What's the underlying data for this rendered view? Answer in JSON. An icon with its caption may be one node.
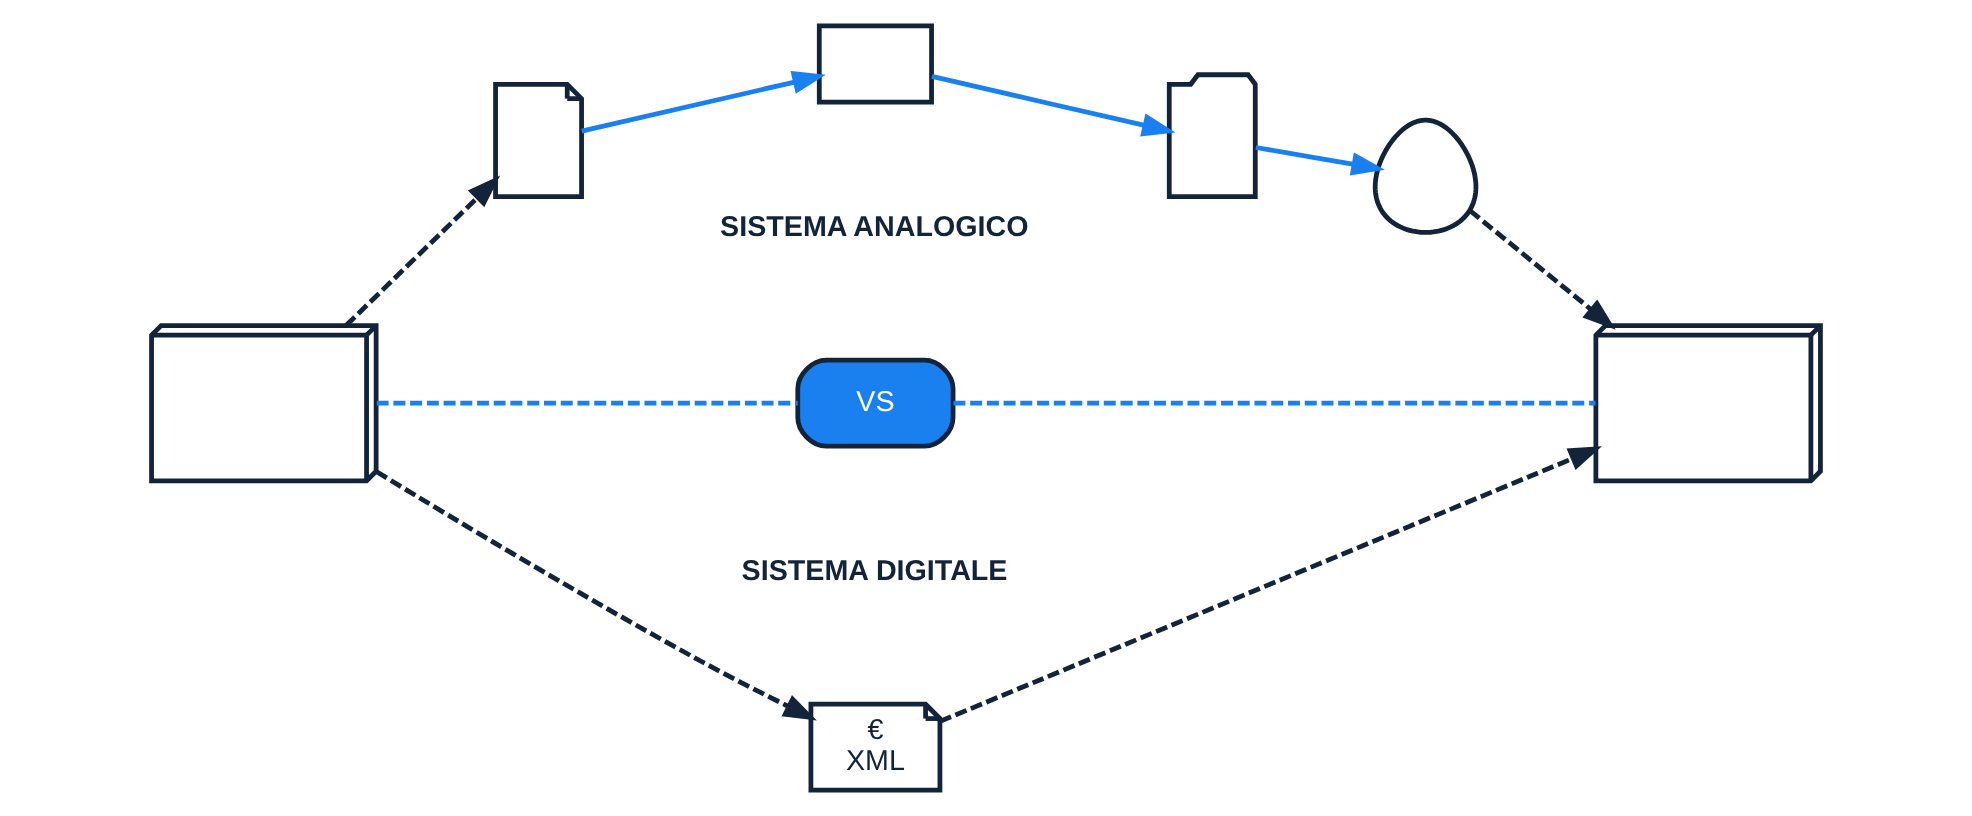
{
  "diagram": {
    "nodes": [
      {
        "text": [],
        "shape": "box"
      },
      {
        "text": [],
        "shape": "box"
      },
      {
        "text": [],
        "shape": "box"
      },
      {
        "text": [],
        "shape": "box"
      },
      {
        "text": [],
        "shape": "person"
      },
      {
        "text": [
          "VS"
        ]
      },
      {
        "text": [
          "€",
          "XML"
        ]
      },
      {
        "text": [],
        "shape": "box"
      }
    ],
    "edges": [
      {
        "from": 0,
        "to": 1,
        "arrow": "to",
        "style": "dashed",
        "color": "#13243a"
      },
      {
        "from": 1,
        "to": 2,
        "arrow": "to"
      },
      {
        "from": 2,
        "to": 3,
        "arrow": "to"
      },
      {
        "from": 3,
        "to": 4,
        "arrow": "to"
      },
      {
        "from": 4,
        "to": 7,
        "arrow": "to",
        "style": "dashed",
        "color": "#13243a"
      },
      {
        "from": 0,
        "to": 5,
        "arrow": "none",
        "style": "dashed"
      },
      {
        "from": 5,
        "to": 7,
        "arrow": "none",
        "style": "dashed"
      },
      {
        "from": 0,
        "to": 6,
        "arrow": "to",
        "style": "dashed",
        "color": "#13243a"
      },
      {
        "from": 6,
        "to": 7,
        "arrow": "to",
        "style": "dashed",
        "color": "#13243a"
      }
    ],
    "labels": [
      "SISTEMA ANALOGICO",
      "SISTEMA DIGITALE"
    ]
  }
}
